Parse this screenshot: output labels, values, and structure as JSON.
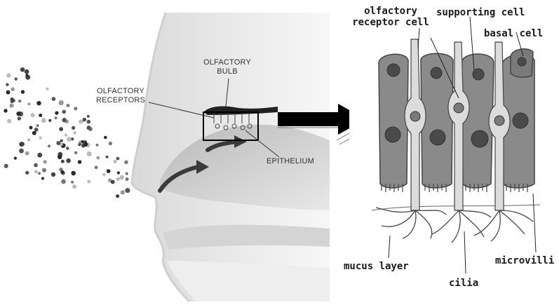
{
  "left_diagram": {
    "labels": {
      "olfactory_bulb": "OLFACTORY BULB",
      "olfactory_receptors": "OLFACTORY RECEPTORS",
      "epithelium": "EPITHELIUM"
    }
  },
  "right_diagram": {
    "labels": {
      "olfactory_receptor_cell": "olfactory receptor cell",
      "supporting_cell": "supporting cell",
      "basal_cell": "basal cell",
      "mucus_layer": "mucus layer",
      "cilia": "cilia",
      "microvilli": "microvilli"
    }
  },
  "colors": {
    "head_silhouette": "#e6e6e6",
    "arrow": "#000000",
    "cell_fill": "#8a8a8a",
    "nucleus": "#4a4a4a"
  }
}
